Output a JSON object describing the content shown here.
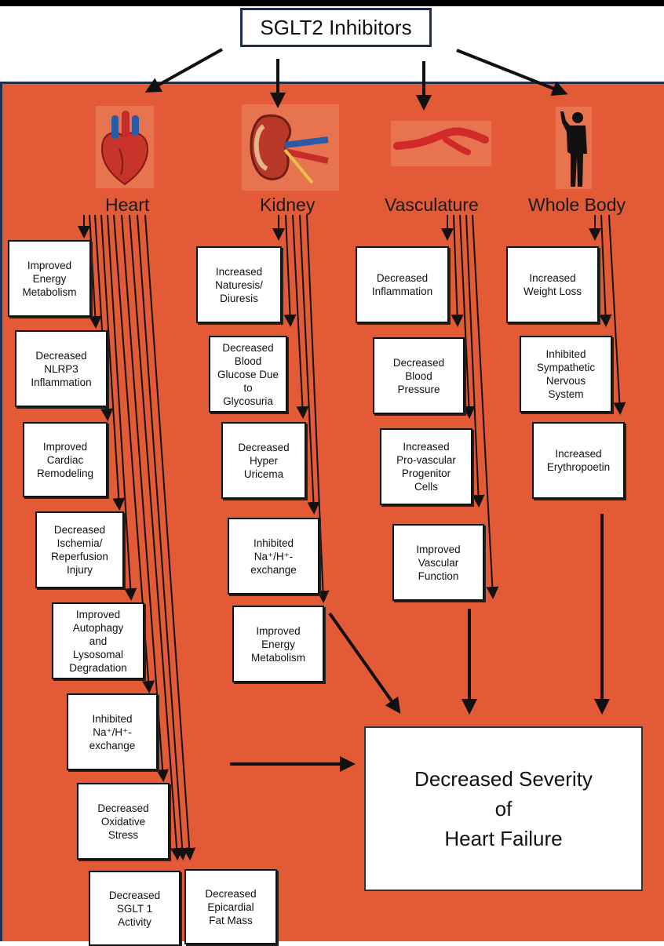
{
  "title": "SGLT2 Inhibitors",
  "columns": [
    {
      "label": "Heart",
      "icon": "heart-icon",
      "boxes": [
        "Improved\nEnergy\nMetabolism",
        "Decreased\nNLRP3\nInflammation",
        "Improved\nCardiac\nRemodeling",
        "Decreased\nIschemia/\nReperfusion\nInjury",
        "Improved\nAutophagy\nand\nLysosomal\nDegradation",
        "Inhibited\nNa⁺/H⁺-\nexchange",
        "Decreased\nOxidative\nStress",
        "Decreased\nSGLT 1\nActivity",
        "Decreased\nEpicardial\nFat Mass"
      ]
    },
    {
      "label": "Kidney",
      "icon": "kidney-icon",
      "boxes": [
        "Increased\nNaturesis/\nDiuresis",
        "Decreased\nBlood\nGlucose Due\nto\nGlycosuria",
        "Decreased\nHyper\nUricema",
        "Inhibited\nNa⁺/H⁺-\nexchange",
        "Improved\nEnergy\nMetabolism"
      ]
    },
    {
      "label": "Vasculature",
      "icon": "blood-vessel-icon",
      "boxes": [
        "Decreased\nInflammation",
        "Decreased\nBlood\nPressure",
        "Increased\nPro-vascular\nProgenitor\nCells",
        "Improved\nVascular\nFunction"
      ]
    },
    {
      "label": "Whole Body",
      "icon": "human-figure-icon",
      "boxes": [
        "Increased\nWeight Loss",
        "Inhibited\nSympathetic\nNervous\nSystem",
        "Increased\nErythropoetin"
      ]
    }
  ],
  "outcome": "Decreased Severity\nof\nHeart Failure",
  "colors": {
    "panel": "#e25a36",
    "border": "#1e2f4d"
  }
}
